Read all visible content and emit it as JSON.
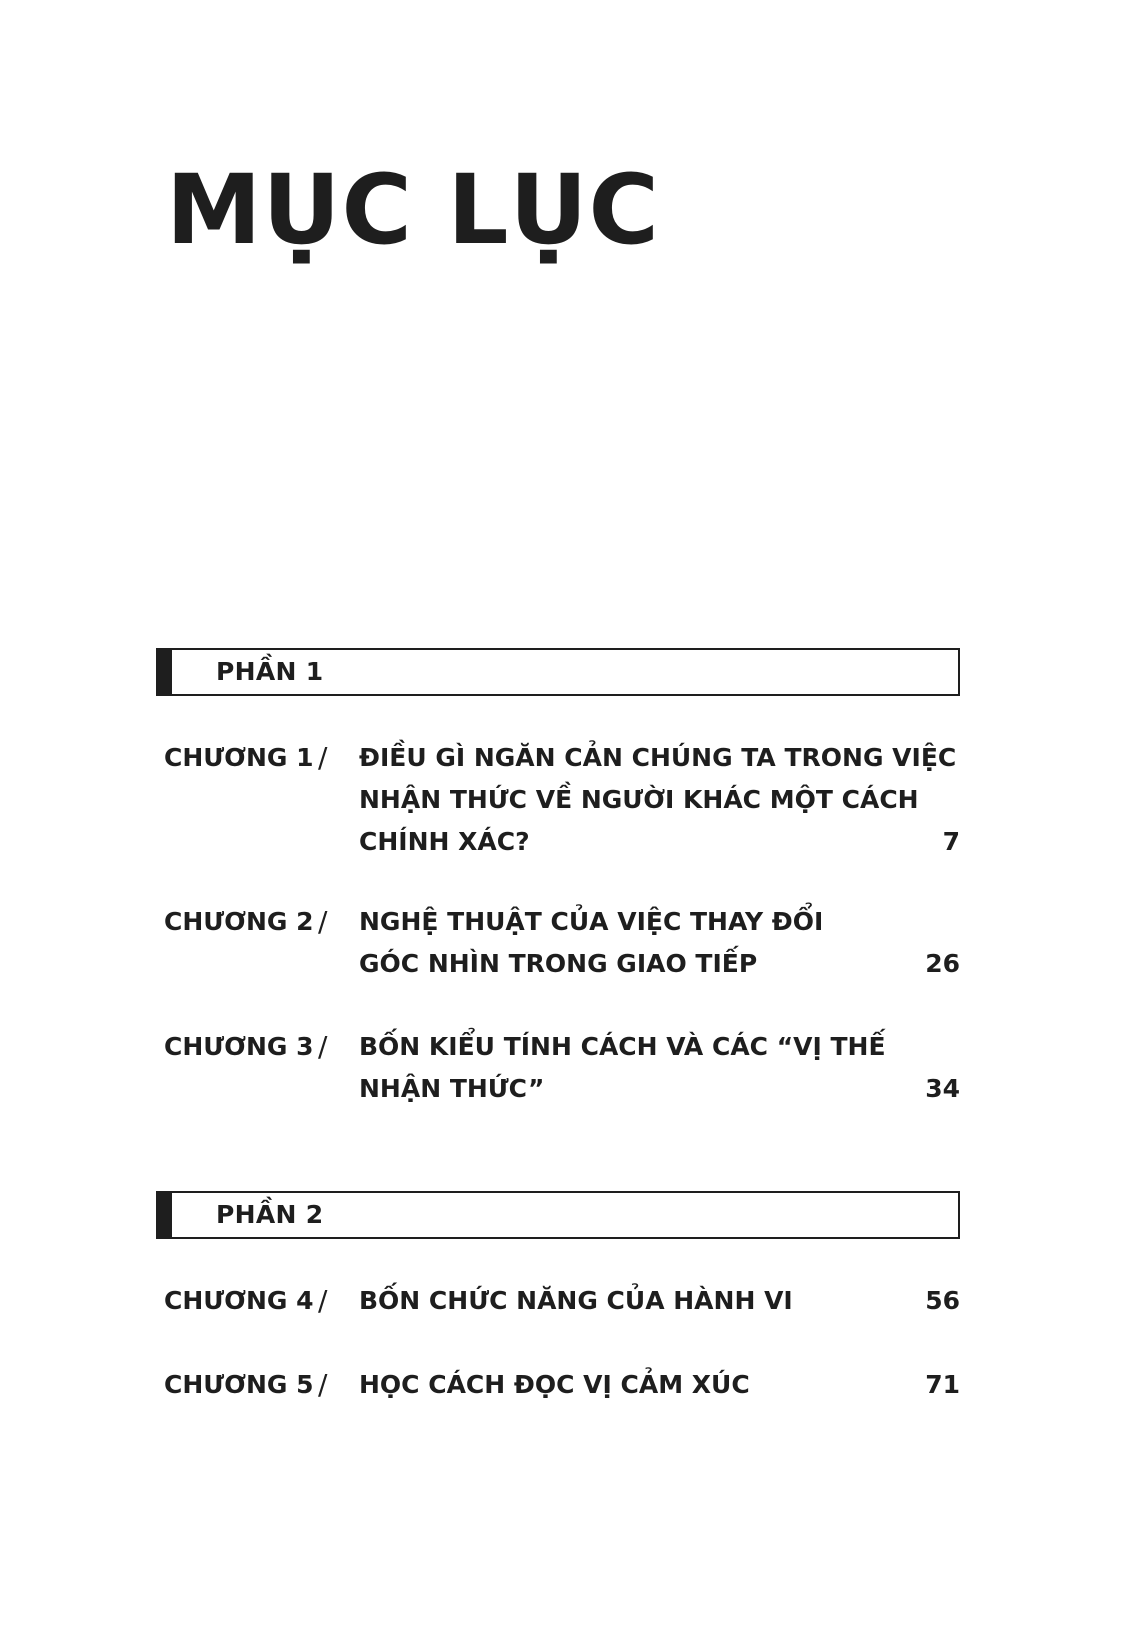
{
  "title": "MỤC LỤC",
  "parts": [
    {
      "label": "PHẦN 1",
      "chapters": [
        {
          "number": "CHƯƠNG 1",
          "title_lines": [
            "ĐIỀU GÌ NGĂN CẢN CHÚNG TA TRONG VIỆC",
            "NHẬN THỨC VỀ NGƯỜI KHÁC MỘT CÁCH",
            "CHÍNH XÁC?"
          ],
          "page": "7"
        },
        {
          "number": "CHƯƠNG 2",
          "title_lines": [
            "NGHỆ THUẬT CỦA VIỆC THAY ĐỔI",
            "GÓC NHÌN TRONG GIAO TIẾP"
          ],
          "page": "26"
        },
        {
          "number": "CHƯƠNG 3",
          "title_lines": [
            "BỐN KIỂU TÍNH CÁCH VÀ CÁC “VỊ THẾ",
            "NHẬN THỨC”"
          ],
          "page": "34"
        }
      ]
    },
    {
      "label": "PHẦN 2",
      "chapters": [
        {
          "number": "CHƯƠNG 4",
          "title_lines": [
            "BỐN CHỨC NĂNG CỦA HÀNH VI"
          ],
          "page": "56"
        },
        {
          "number": "CHƯƠNG 5",
          "title_lines": [
            "HỌC CÁCH ĐỌC VỊ CẢM XÚC"
          ],
          "page": "71"
        }
      ]
    }
  ],
  "separator": "/"
}
